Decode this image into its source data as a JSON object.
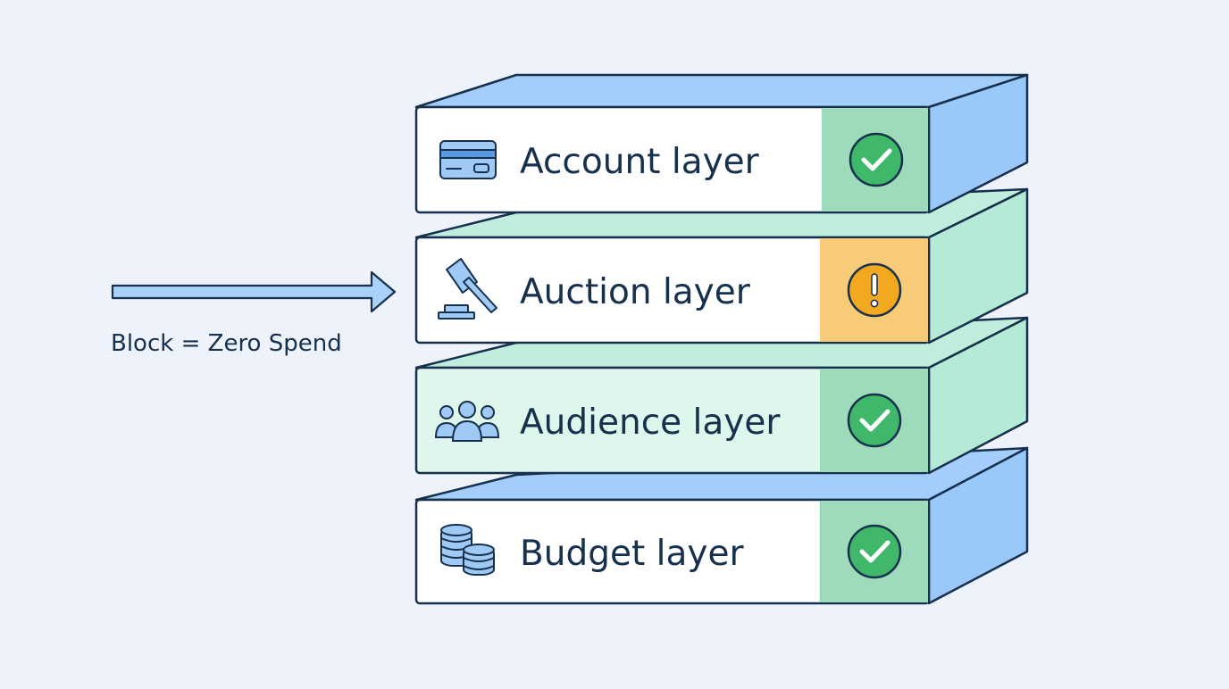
{
  "diagram": {
    "side_note": {
      "label": "Block = Zero Spend",
      "arrow_color": "#a9d2fb",
      "points_to": "Auction layer"
    },
    "layers": [
      {
        "id": "account",
        "label": "Account layer",
        "icon": "credit-card-icon",
        "status": "ok",
        "status_icon": "checkmark-icon",
        "theme": "blue"
      },
      {
        "id": "auction",
        "label": "Auction layer",
        "icon": "gavel-icon",
        "status": "warning",
        "status_icon": "exclamation-icon",
        "theme": "green"
      },
      {
        "id": "audience",
        "label": "Audience layer",
        "icon": "people-icon",
        "status": "ok",
        "status_icon": "checkmark-icon",
        "theme": "green"
      },
      {
        "id": "budget",
        "label": "Budget layer",
        "icon": "coins-icon",
        "status": "ok",
        "status_icon": "checkmark-icon",
        "theme": "blue"
      }
    ],
    "colors": {
      "outline": "#16304d",
      "blue_top": "#a3cdfa",
      "blue_side": "#99c8f9",
      "green_top": "#bfeedd",
      "green_side": "#b4ead6",
      "ok_panel": "#9ddbbb",
      "warning_panel": "#f7cb78",
      "ok_badge": "#3fb86a",
      "warning_badge": "#f2a81f",
      "icon_fill": "#9fcaf6"
    }
  }
}
